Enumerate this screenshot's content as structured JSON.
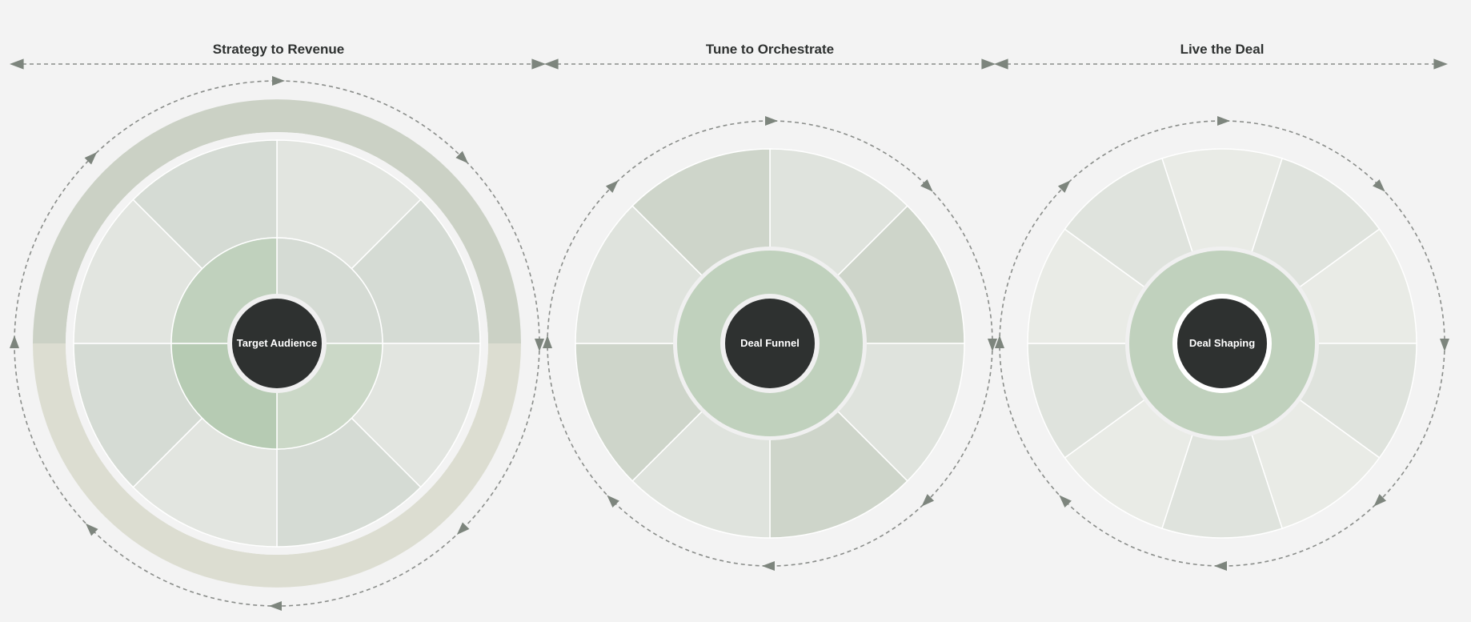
{
  "phases": [
    {
      "title": "Strategy to Revenue"
    },
    {
      "title": "Tune to Orchestrate"
    },
    {
      "title": "Live the Deal"
    }
  ],
  "wheels": [
    {
      "label": "Target Audience",
      "outer_band_colors": [
        "#cbd1c5",
        "#dcddd1"
      ],
      "segment_colors": [
        "#e2e5e0",
        "#d5dbd4",
        "#e2e5e0",
        "#d5dbd4",
        "#e2e5e0",
        "#d5dbd4",
        "#e2e5e0",
        "#d5dbd4"
      ],
      "inner_colors": [
        "#d5dbd4",
        "#cbd8c7",
        "#b6cbb3",
        "#c0d1bd"
      ]
    },
    {
      "label": "Deal Funnel",
      "segment_colors": [
        "#dfe3dd",
        "#ced5ca",
        "#dfe3dd",
        "#ced5ca",
        "#dfe3dd",
        "#ced5ca",
        "#dfe3dd",
        "#ced5ca"
      ],
      "ring_color": "#c0d1bd"
    },
    {
      "label": "Deal Shaping",
      "segment_colors": [
        "#e9ebe6",
        "#dfe3dd",
        "#e9ebe6",
        "#dfe3dd",
        "#e9ebe6",
        "#dfe3dd",
        "#e9ebe6",
        "#dfe3dd",
        "#e9ebe6",
        "#dfe3dd"
      ],
      "ring_color": "#c0d1bd"
    }
  ],
  "colors": {
    "hub": "#2e3130",
    "arrow": "#7d857d",
    "dash": "#8a8d8a",
    "background": "#f3f3f3"
  }
}
